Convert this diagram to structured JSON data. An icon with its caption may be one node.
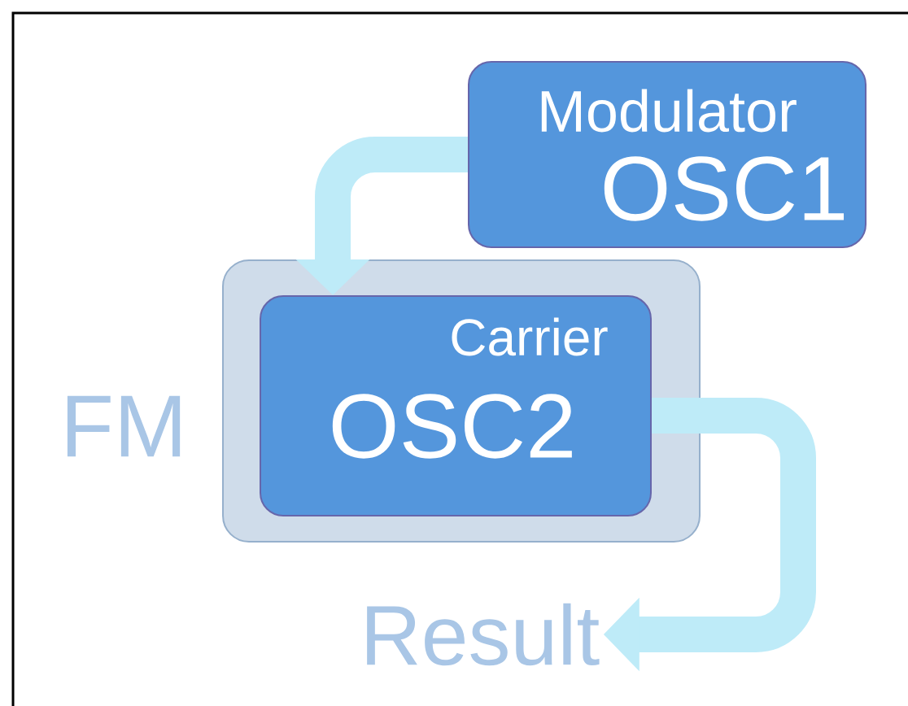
{
  "diagram": {
    "nodes": [
      {
        "text": [
          "Modulator",
          "OSC1"
        ]
      },
      {
        "text": [
          "FM"
        ]
      },
      {
        "text": [
          "Carrier",
          "OSC2"
        ],
        "in": 1
      },
      {
        "text": [
          "Result"
        ]
      }
    ],
    "edges": [
      {
        "from": 0,
        "to": 2,
        "arrow": "to"
      },
      {
        "from": 2,
        "to": 3,
        "arrow": "to"
      }
    ]
  }
}
